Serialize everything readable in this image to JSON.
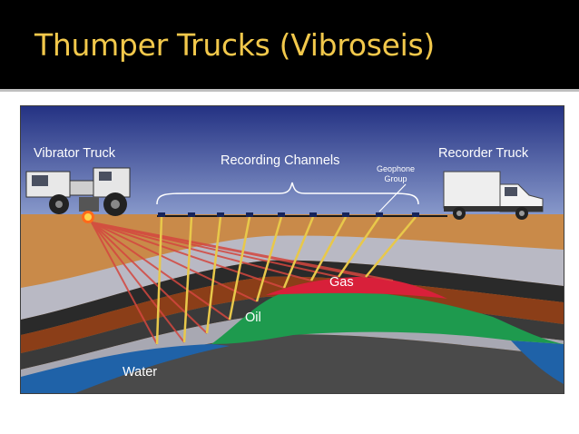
{
  "slide": {
    "title": "Thumper Trucks (Vibroseis)"
  },
  "diagram": {
    "labels": {
      "vibrator_truck": "Vibrator Truck",
      "recording_channels": "Recording Channels",
      "geophone_group": "Geophone Group",
      "recorder_truck": "Recorder Truck",
      "gas": "Gas",
      "oil": "Oil",
      "water": "Water"
    },
    "colors": {
      "sky_top": "#2a3a86",
      "sky_bottom": "#7f90c4",
      "ground": "#c98a49",
      "gas": "#d8203a",
      "oil": "#1e9a4e",
      "water": "#1f62a8",
      "ray": "#d4473f",
      "geophone_line": "#e8c84a"
    }
  }
}
